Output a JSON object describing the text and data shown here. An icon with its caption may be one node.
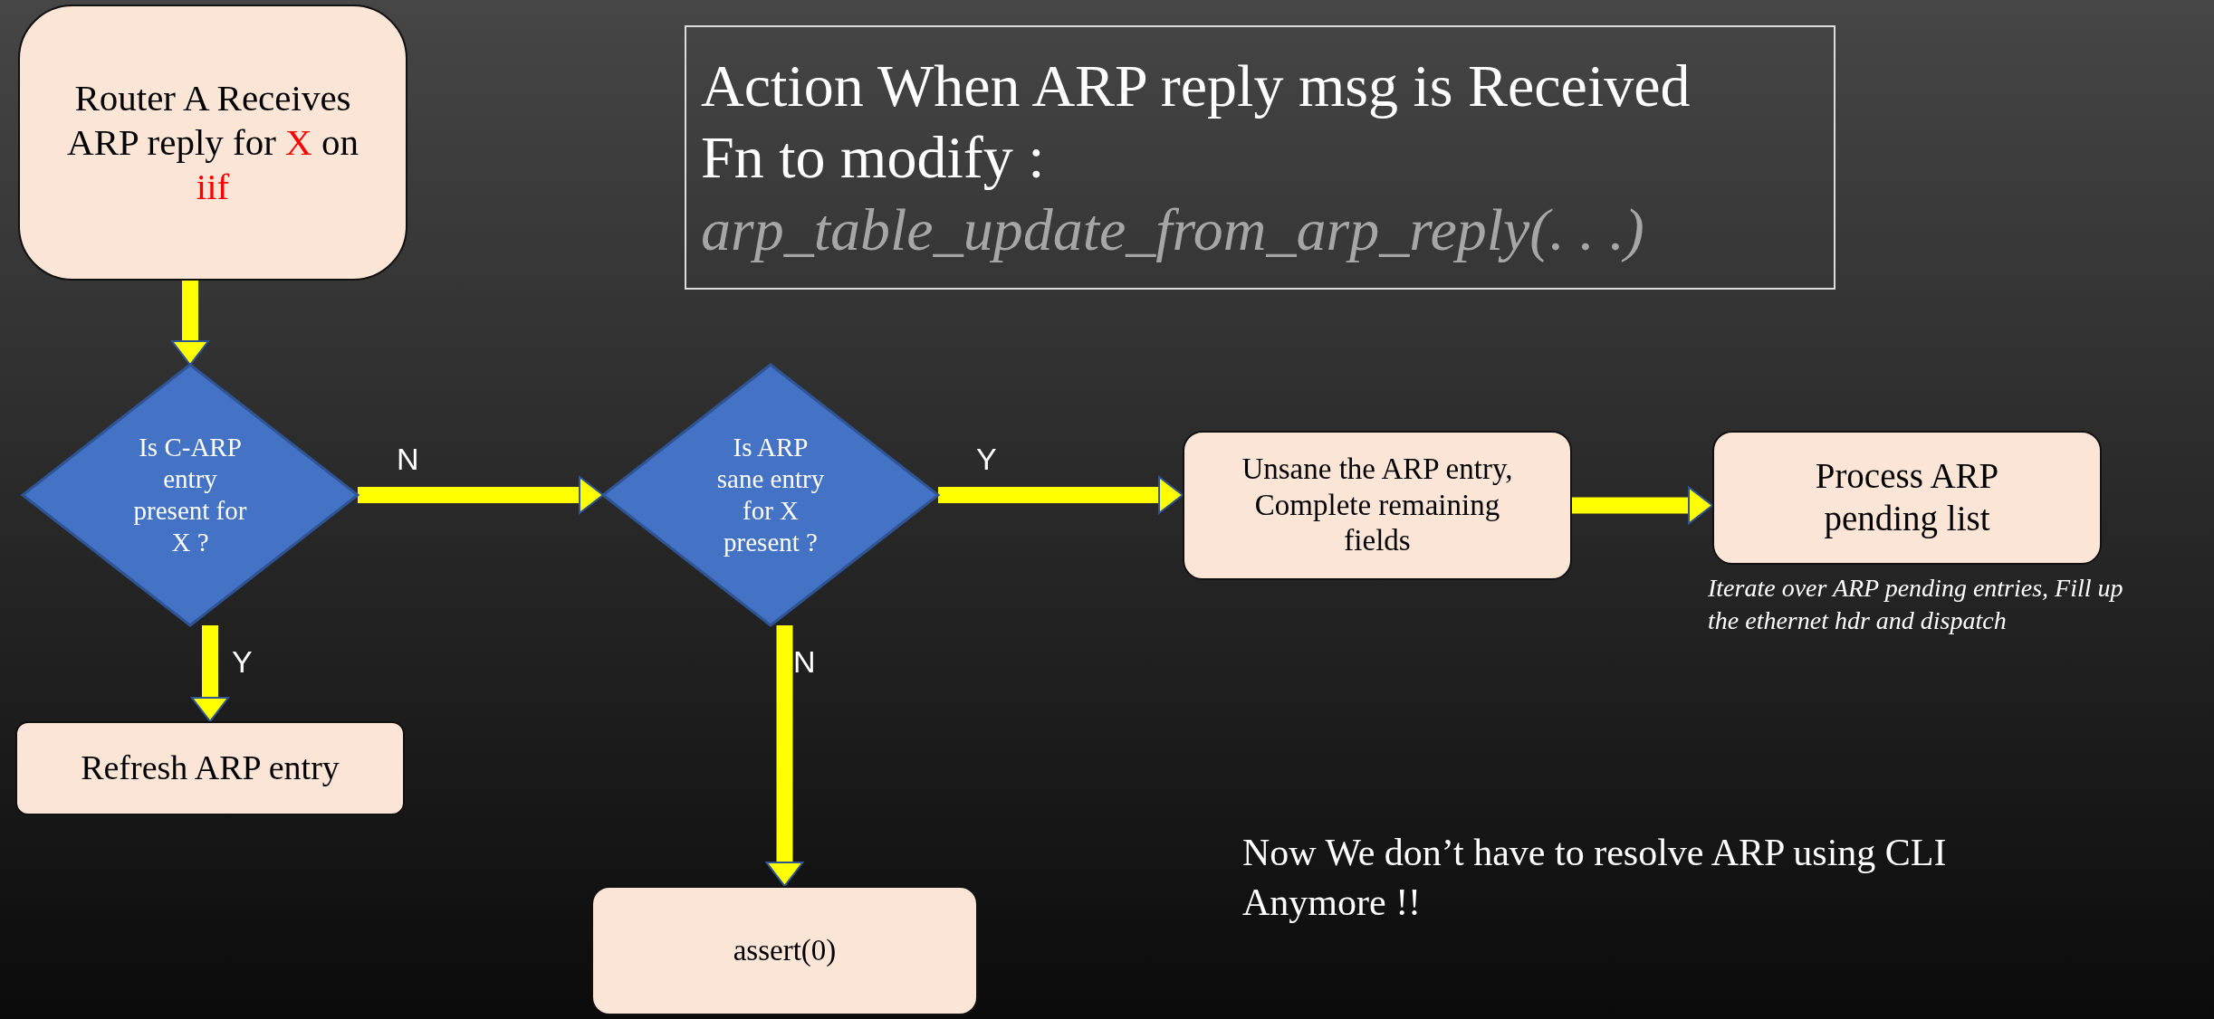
{
  "diagram": {
    "nodes": [
      {
        "text": [
          "Router A Receives ARP reply for *X* on *iif*"
        ]
      },
      {
        "text": [
          "Action When ARP reply msg is Received",
          "Fn to modify :",
          "arp_table_update_from_arp_reply(. . .)"
        ]
      },
      {
        "text": [
          "Is C-ARP entry present for X ?"
        ]
      },
      {
        "text": [
          "Is ARP sane entry for X present ?"
        ]
      },
      {
        "text": [
          "Unsane the ARP entry, Complete remaining fields"
        ]
      },
      {
        "text": [
          "Process ARP pending list"
        ],
        "beside": [
          "Iterate over ARP pending entries, Fill up the ethernet hdr and dispatch"
        ]
      },
      {
        "text": [
          "Refresh ARP entry"
        ]
      },
      {
        "text": [
          "assert(0)"
        ]
      }
    ],
    "edges": [
      {
        "from": 0,
        "to": 2,
        "arrow": "to"
      },
      {
        "from": 2,
        "to": 3,
        "arrow": "to",
        "label": "N"
      },
      {
        "from": 3,
        "to": 4,
        "arrow": "to",
        "label": "Y"
      },
      {
        "from": 4,
        "to": 5,
        "arrow": "to"
      },
      {
        "from": 2,
        "to": 6,
        "arrow": "to",
        "label": "Y"
      },
      {
        "from": 3,
        "to": 7,
        "arrow": "to",
        "label": "N"
      }
    ],
    "labels": [
      "Now We don’t have to resolve ARP using CLI Anymore !!"
    ]
  }
}
